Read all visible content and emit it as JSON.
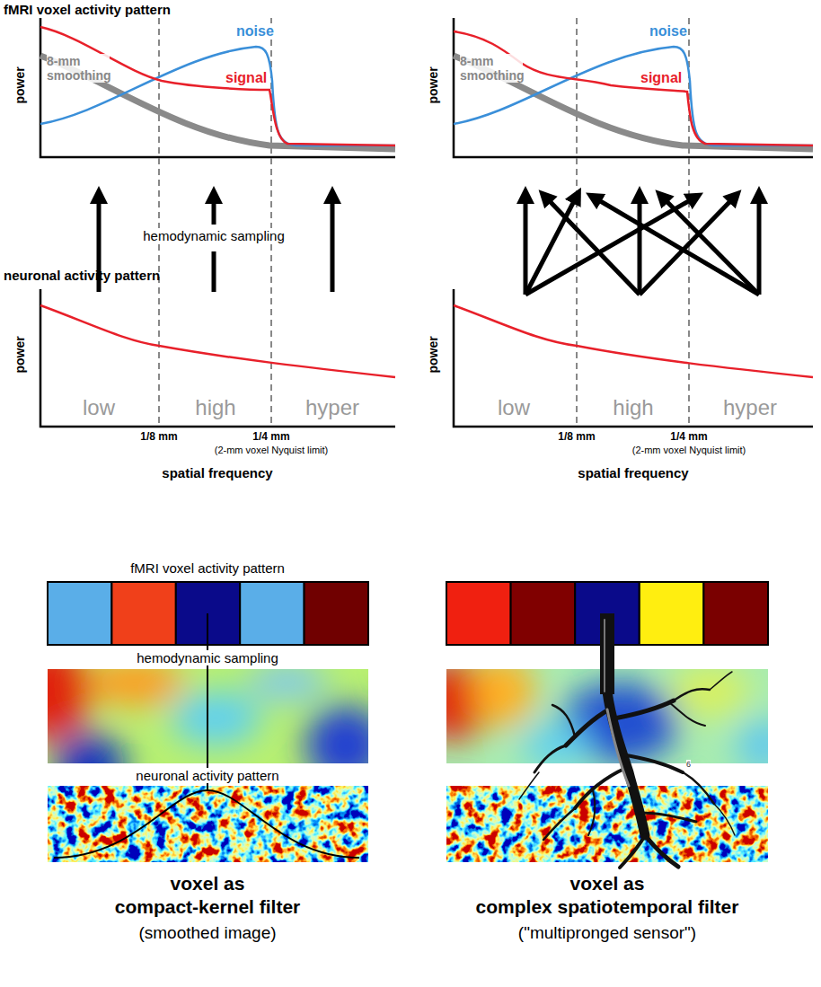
{
  "diagram": {
    "labels": [
      "fMRI voxel activity pattern",
      "power",
      "8-mm smoothing",
      "noise",
      "signal",
      "hemodynamic sampling",
      "neuronal activity pattern",
      "power",
      "low",
      "high",
      "hyper",
      "1/8 mm",
      "1/4 mm",
      "(2-mm voxel Nyquist limit)",
      "spatial frequency",
      "power",
      "8-mm smoothing",
      "noise",
      "signal",
      "power",
      "low",
      "high",
      "hyper",
      "1/8 mm",
      "1/4 mm",
      "(2-mm voxel Nyquist limit)",
      "spatial frequency",
      "fMRI voxel activity pattern",
      "hemodynamic sampling",
      "neuronal activity pattern",
      "voxel as",
      "compact-kernel filter",
      "(smoothed image)",
      "voxel as",
      "complex spatiotemporal filter",
      "(\"multipronged sensor\")",
      "6"
    ]
  }
}
